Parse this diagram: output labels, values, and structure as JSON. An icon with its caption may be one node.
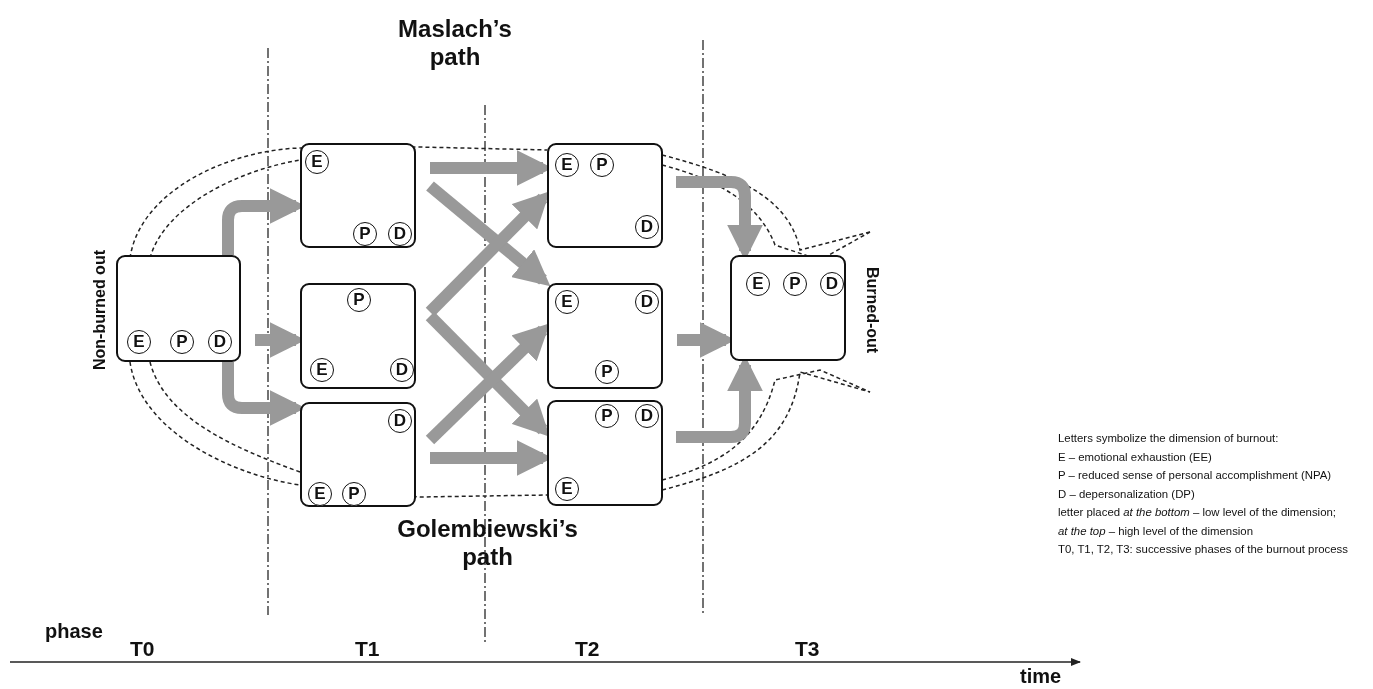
{
  "diagram": {
    "nodes": [
      {
        "text": [
          "E",
          "P",
          "D"
        ],
        "beside": [
          "Non-burned out"
        ]
      },
      {
        "text": [
          "E",
          "P",
          "D"
        ]
      },
      {
        "text": [
          "P",
          "E",
          "D"
        ]
      },
      {
        "text": [
          "D",
          "E",
          "P"
        ]
      },
      {
        "text": [
          "E",
          "P",
          "D"
        ]
      },
      {
        "text": [
          "E",
          "D",
          "P"
        ]
      },
      {
        "text": [
          "P",
          "D",
          "E"
        ]
      },
      {
        "text": [
          "E",
          "P",
          "D"
        ],
        "beside": [
          "Burned-out"
        ]
      }
    ],
    "edges": [
      {
        "from": 0,
        "to": 1,
        "arrow": "to"
      },
      {
        "from": 0,
        "to": 2,
        "arrow": "to"
      },
      {
        "from": 0,
        "to": 3,
        "arrow": "to"
      },
      {
        "from": 1,
        "to": 4,
        "arrow": "to"
      },
      {
        "from": 1,
        "to": 5,
        "arrow": "to"
      },
      {
        "from": 2,
        "to": 4,
        "arrow": "to"
      },
      {
        "from": 2,
        "to": 6,
        "arrow": "to"
      },
      {
        "from": 3,
        "to": 5,
        "arrow": "to"
      },
      {
        "from": 3,
        "to": 6,
        "arrow": "to"
      },
      {
        "from": 4,
        "to": 7,
        "arrow": "to"
      },
      {
        "from": 5,
        "to": 7,
        "arrow": "to"
      },
      {
        "from": 6,
        "to": 7,
        "arrow": "to"
      }
    ],
    "labels": [
      "Maslach’s path",
      "Golembiewski’s path",
      "phase",
      "T0",
      "T1",
      "T2",
      "T3",
      "time",
      "Letters symbolize the dimension of burnout:",
      "E – emotional exhaustion (EE)",
      "P – reduced sense of personal accomplishment (NPA)",
      "D – depersonalization (DP)",
      "letter placed *at the bottom* – low level of the dimension;",
      "*at the top* – high level of the dimension",
      "T0, T1, T2, T3: successive phases of the burnout process"
    ]
  }
}
